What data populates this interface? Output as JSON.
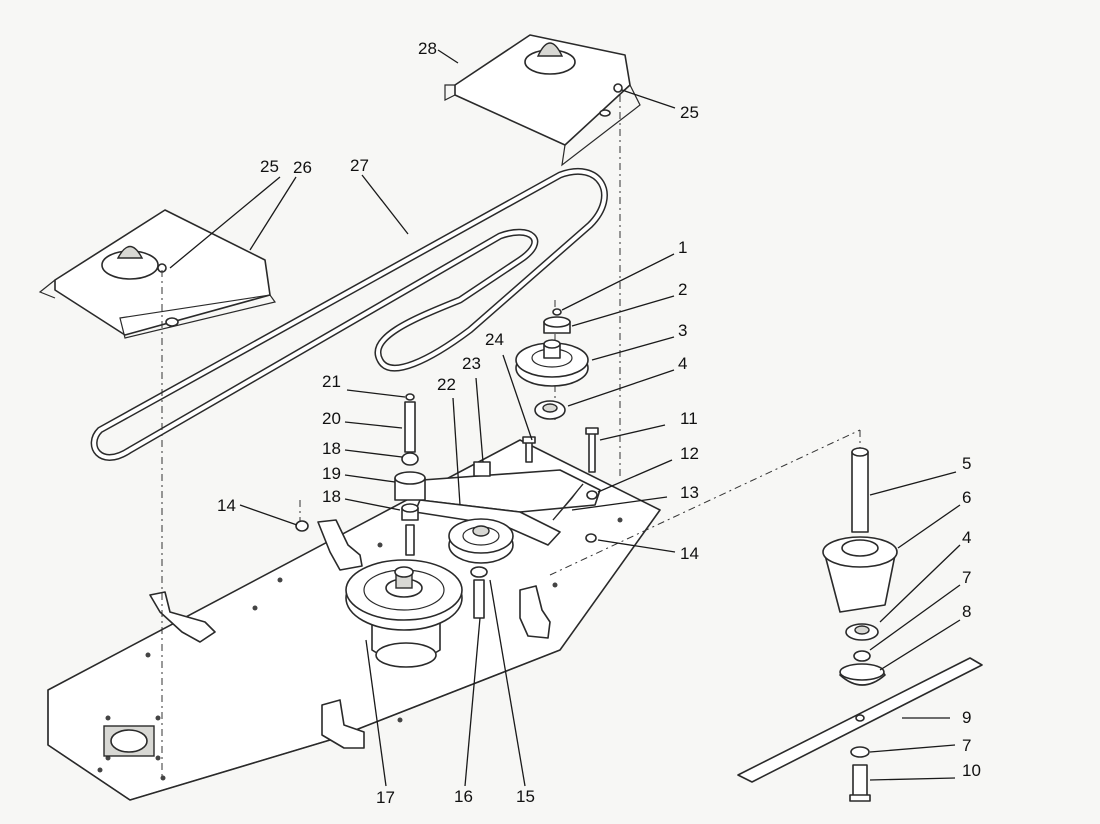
{
  "callouts": {
    "c1": "1",
    "c2": "2",
    "c3": "3",
    "c4a": "4",
    "c4b": "4",
    "c5": "5",
    "c6": "6",
    "c7a": "7",
    "c7b": "7",
    "c8": "8",
    "c9": "9",
    "c10": "10",
    "c11": "11",
    "c12": "12",
    "c13": "13",
    "c14a": "14",
    "c14b": "14",
    "c15": "15",
    "c16": "16",
    "c17": "17",
    "c18a": "18",
    "c18b": "18",
    "c19": "19",
    "c20": "20",
    "c21": "21",
    "c22": "22",
    "c23": "23",
    "c24": "24",
    "c25a": "25",
    "c25b": "25",
    "c26": "26",
    "c27": "27",
    "c28": "28"
  },
  "colors": {
    "ink": "#2a2a2a",
    "paper": "#f7f7f5",
    "shade": "#d8d8d4"
  }
}
